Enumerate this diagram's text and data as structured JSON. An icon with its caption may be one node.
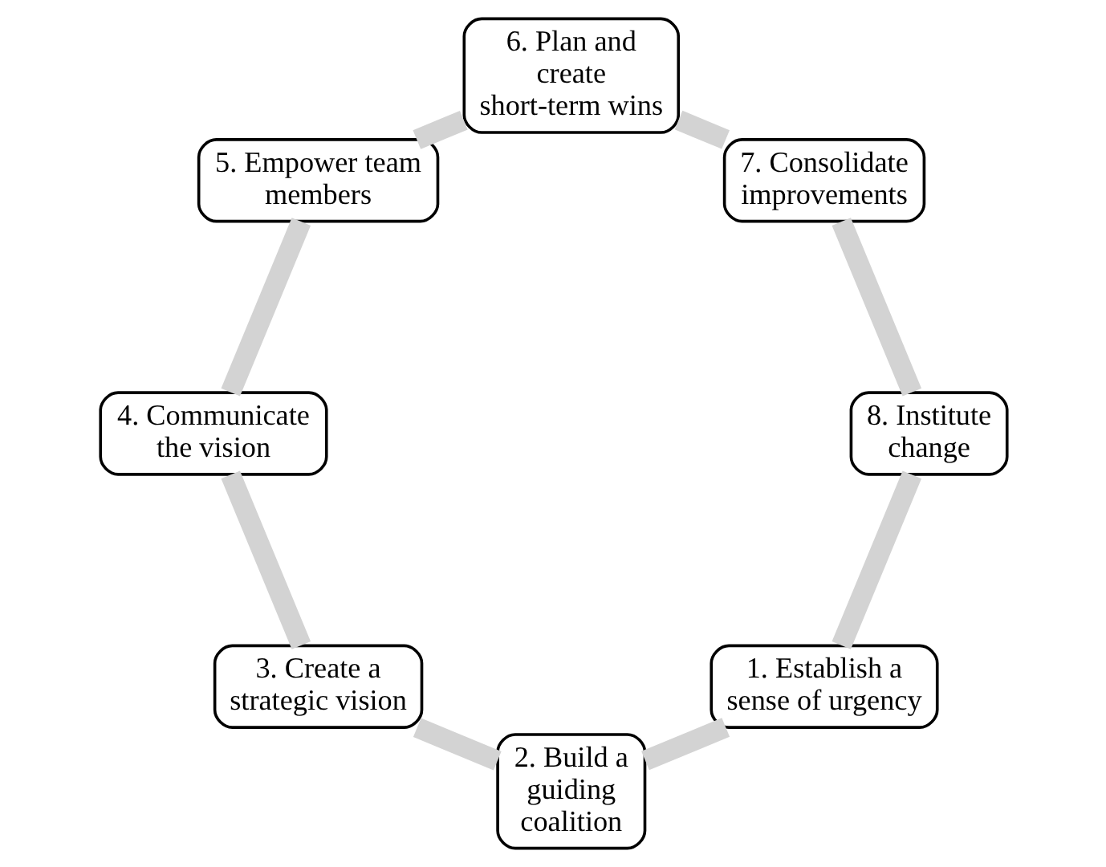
{
  "diagram": {
    "nodes": [
      {
        "text": [
          "1. Establish a sense of urgency"
        ]
      },
      {
        "text": [
          "2. Build a guiding coalition"
        ]
      },
      {
        "text": [
          "3. Create a strategic vision"
        ]
      },
      {
        "text": [
          "4. Communicate the vision"
        ]
      },
      {
        "text": [
          "5. Empower team members"
        ]
      },
      {
        "text": [
          "6. Plan and create short-term wins"
        ]
      },
      {
        "text": [
          "7. Consolidate improvements"
        ]
      },
      {
        "text": [
          "8. Institute change"
        ]
      }
    ],
    "edges": [
      {
        "from": 0,
        "to": 1,
        "arrow": "none"
      },
      {
        "from": 1,
        "to": 2,
        "arrow": "none"
      },
      {
        "from": 2,
        "to": 3,
        "arrow": "none"
      },
      {
        "from": 3,
        "to": 4,
        "arrow": "none"
      },
      {
        "from": 4,
        "to": 5,
        "arrow": "none"
      },
      {
        "from": 5,
        "to": 6,
        "arrow": "none"
      },
      {
        "from": 6,
        "to": 7,
        "arrow": "none"
      },
      {
        "from": 7,
        "to": 0,
        "arrow": "none"
      }
    ]
  }
}
